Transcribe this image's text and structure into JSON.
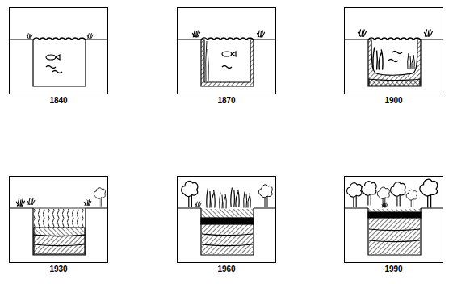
{
  "diagram": {
    "nodes": [
      {
        "text": [
          "1840"
        ]
      },
      {
        "text": [
          "1870"
        ]
      },
      {
        "text": [
          "1900"
        ]
      },
      {
        "text": [
          "1930"
        ]
      },
      {
        "text": [
          "1960"
        ]
      },
      {
        "text": [
          "1990"
        ]
      }
    ]
  }
}
